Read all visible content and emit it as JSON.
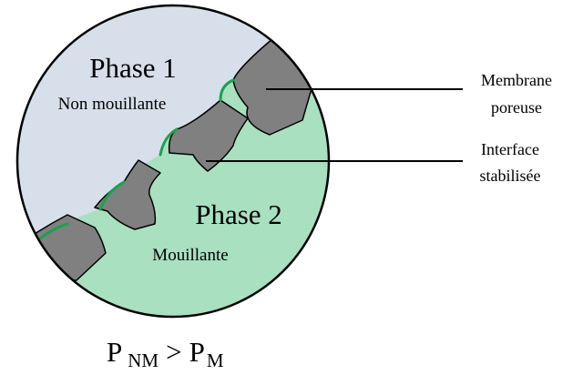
{
  "phase1": {
    "title": "Phase 1",
    "subtitle": "Non mouillante"
  },
  "phase2": {
    "title": "Phase 2",
    "subtitle": "Mouillante"
  },
  "annotations": {
    "membrane": [
      "Membrane",
      "poreuse"
    ],
    "interface": [
      "Interface",
      "stabilisée"
    ]
  },
  "equation": {
    "lhs_main": "P",
    "lhs_sub": "NM",
    "operator": ">",
    "rhs_main": "P",
    "rhs_sub": "M"
  },
  "colors": {
    "phase1_fill": "#D6DFEA",
    "phase2_fill": "#A8E0C0",
    "membrane_fill": "#808080",
    "interface_stroke": "#19A34A",
    "outline": "#000000"
  }
}
